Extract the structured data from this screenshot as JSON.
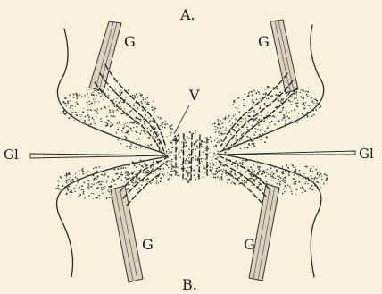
{
  "labels": {
    "top": "A.",
    "bottom": "B.",
    "v": "V",
    "g_top_left": "G",
    "g_top_right": "G",
    "g_bottom_left": "G",
    "g_bottom_right": "G",
    "gl_left": "Gl",
    "gl_right": "Gl"
  }
}
